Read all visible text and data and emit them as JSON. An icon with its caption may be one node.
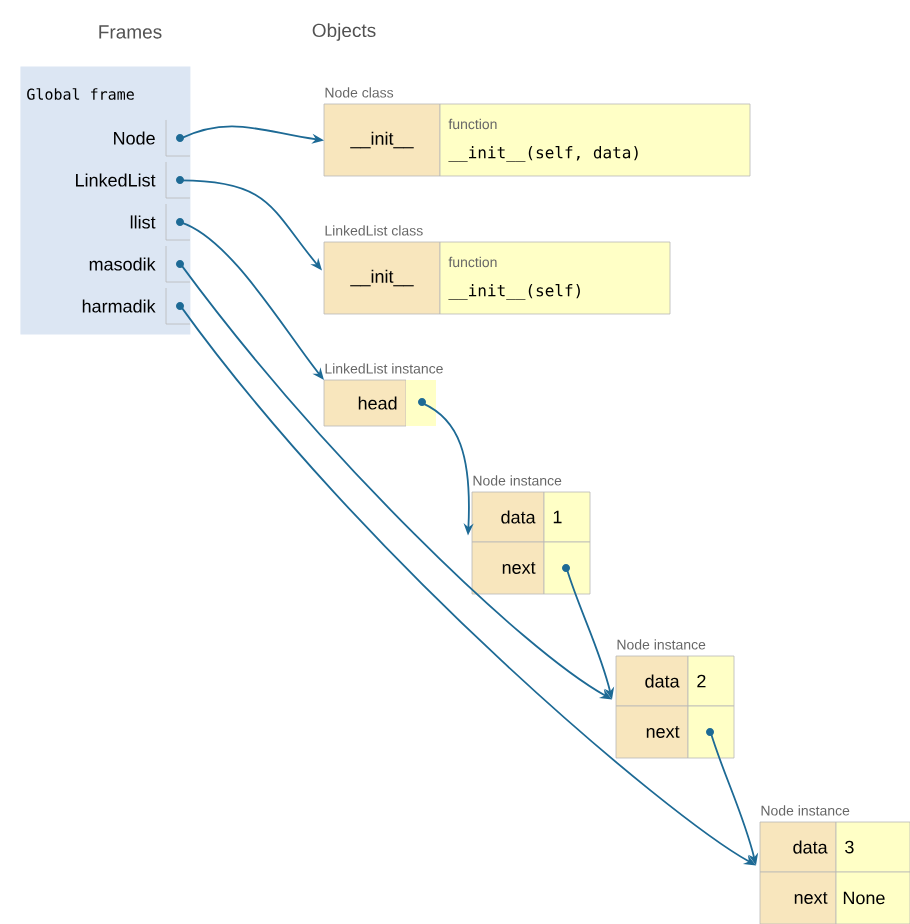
{
  "diagram": {
    "nodes": [
      {
        "text": [
          "Global frame"
        ]
      },
      {
        "text": [
          "Node"
        ],
        "in": 0
      },
      {
        "text": [
          "LinkedList"
        ],
        "in": 0
      },
      {
        "text": [
          "llist"
        ],
        "in": 0
      },
      {
        "text": [
          "masodik"
        ],
        "in": 0
      },
      {
        "text": [
          "harmadik"
        ],
        "in": 0
      },
      {
        "text": [
          "Node class",
          "__init__",
          "function",
          "__init__(self, data)"
        ]
      },
      {
        "text": [
          "LinkedList class",
          "__init__",
          "function",
          "__init__(self)"
        ]
      },
      {
        "text": [
          "LinkedList instance",
          "head"
        ]
      },
      {
        "text": [
          "Node instance",
          "data",
          "1",
          "next"
        ]
      },
      {
        "text": [
          "Node instance",
          "data",
          "2",
          "next"
        ]
      },
      {
        "text": [
          "Node instance",
          "data",
          "3",
          "next",
          "None"
        ]
      }
    ],
    "edges": [
      {
        "from": 1,
        "to": 6,
        "arrow": "to"
      },
      {
        "from": 2,
        "to": 7,
        "arrow": "to"
      },
      {
        "from": 3,
        "to": 8,
        "arrow": "to"
      },
      {
        "from": 4,
        "to": 10,
        "arrow": "to"
      },
      {
        "from": 5,
        "to": 11,
        "arrow": "to"
      },
      {
        "from": 8,
        "to": 9,
        "arrow": "to"
      },
      {
        "from": 9,
        "to": 10,
        "arrow": "to"
      },
      {
        "from": 10,
        "to": 11,
        "arrow": "to"
      }
    ],
    "labels": [
      "Frames",
      "Objects"
    ]
  }
}
